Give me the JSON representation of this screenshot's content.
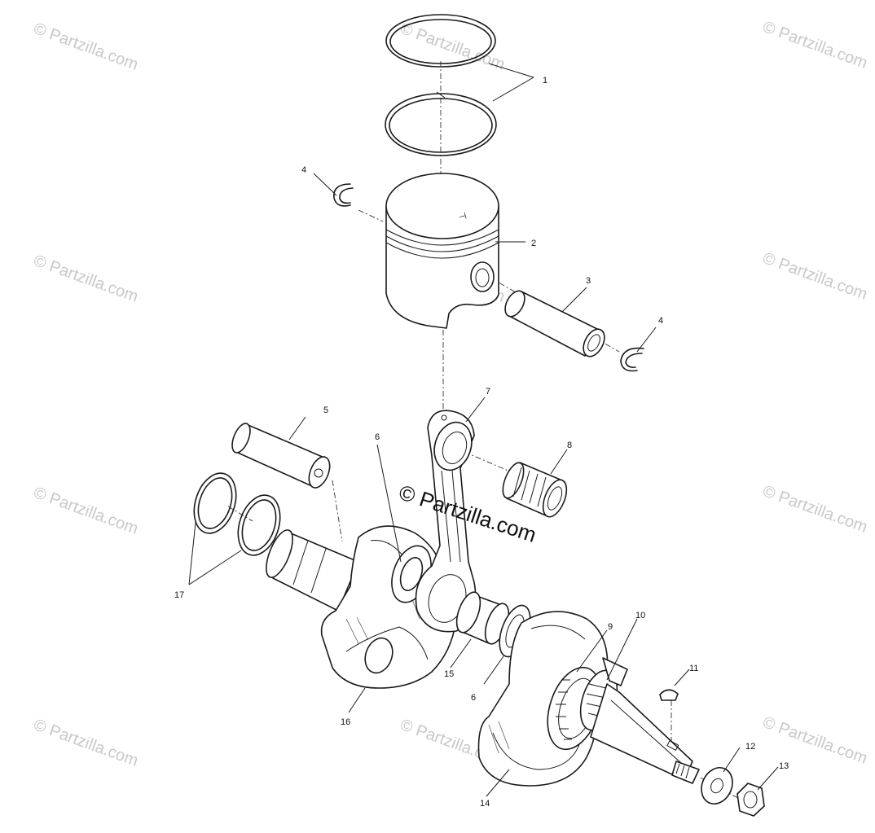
{
  "watermark": {
    "text": "© Partzilla.com",
    "color": "#c8c8c8"
  },
  "center_watermark": {
    "text": "© Partzilla.com"
  },
  "callouts": {
    "c1": "1",
    "c2": "2",
    "c3": "3",
    "c4a": "4",
    "c4b": "4",
    "c5": "5",
    "c6a": "6",
    "c6b": "6",
    "c7": "7",
    "c8": "8",
    "c9": "9",
    "c10": "10",
    "c11": "11",
    "c12": "12",
    "c13": "13",
    "c14": "14",
    "c15": "15",
    "c16": "16",
    "c17": "17"
  },
  "parts": [
    {
      "id": "1",
      "name": "piston-rings"
    },
    {
      "id": "2",
      "name": "piston"
    },
    {
      "id": "3",
      "name": "piston-pin"
    },
    {
      "id": "4",
      "name": "circlip"
    },
    {
      "id": "5",
      "name": "crank-pin"
    },
    {
      "id": "6",
      "name": "thrust-washer"
    },
    {
      "id": "7",
      "name": "connecting-rod"
    },
    {
      "id": "8",
      "name": "needle-bearing"
    },
    {
      "id": "9",
      "name": "bearing"
    },
    {
      "id": "10",
      "name": "seal"
    },
    {
      "id": "11",
      "name": "woodruff-key"
    },
    {
      "id": "12",
      "name": "washer"
    },
    {
      "id": "13",
      "name": "nut"
    },
    {
      "id": "14",
      "name": "crank-half-right"
    },
    {
      "id": "15",
      "name": "bearing-center"
    },
    {
      "id": "16",
      "name": "crank-half-left"
    },
    {
      "id": "17",
      "name": "seal-rings"
    }
  ]
}
